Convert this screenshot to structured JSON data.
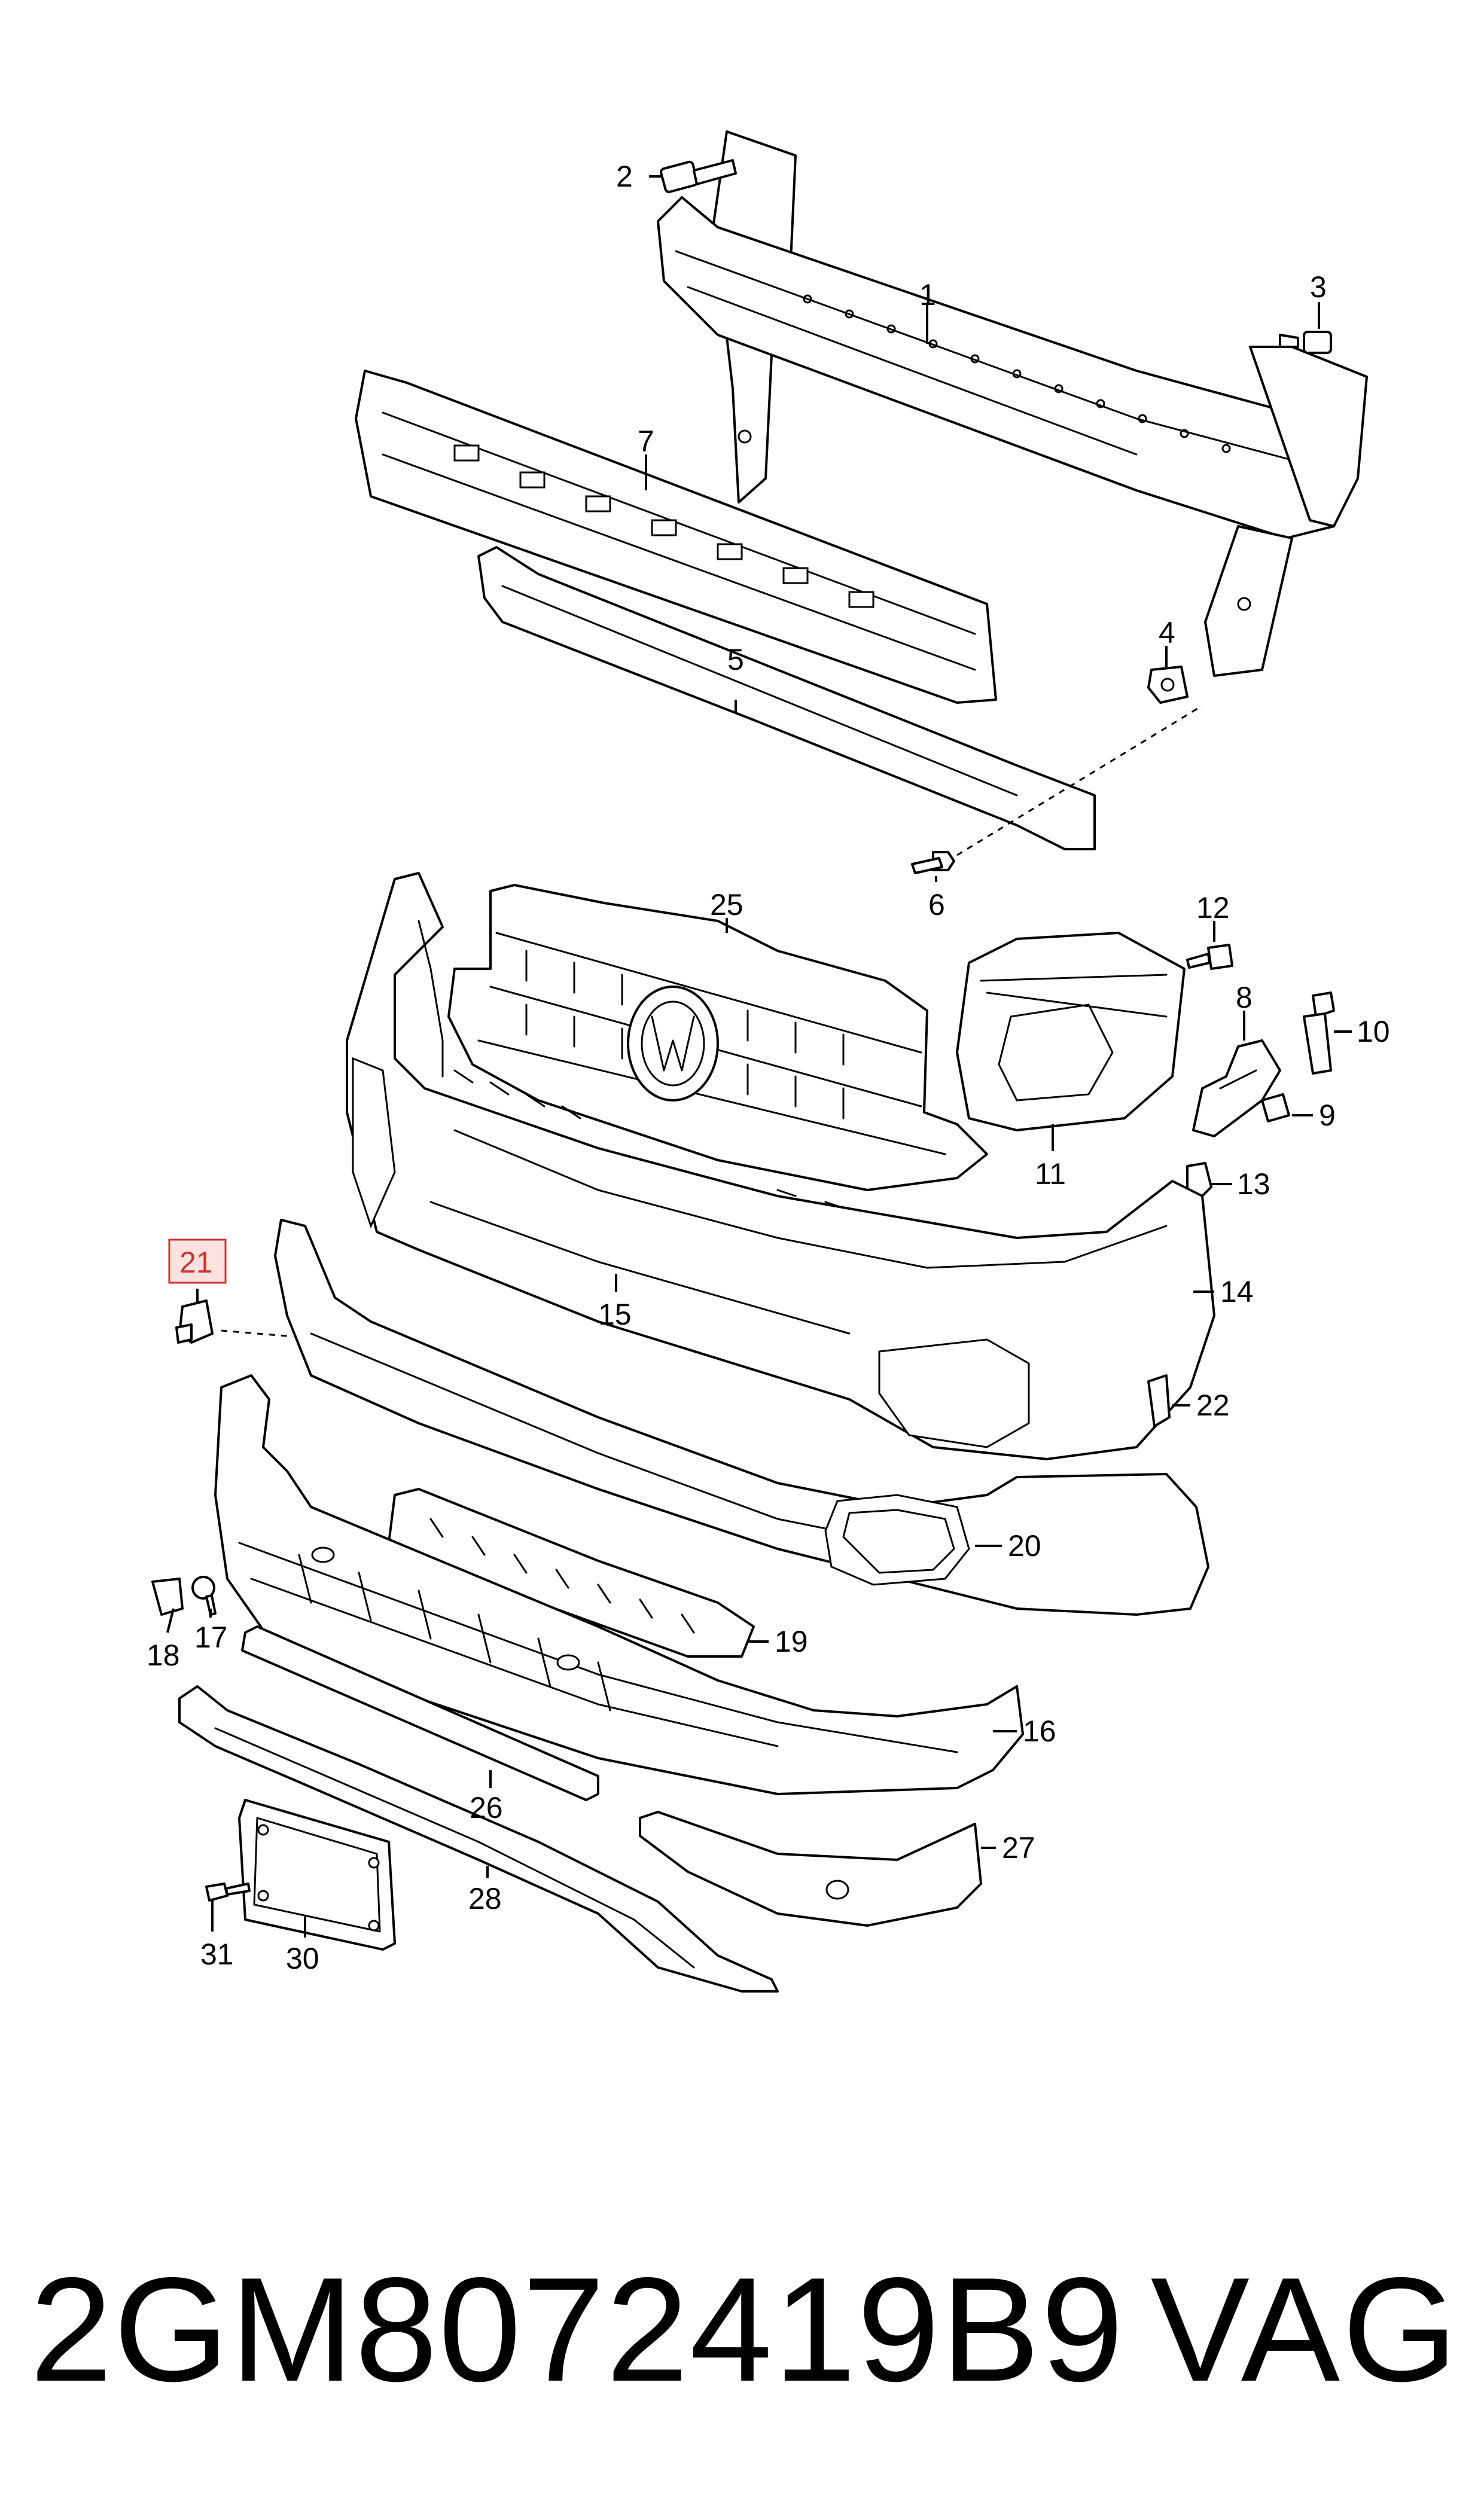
{
  "diagram": {
    "callouts": {
      "c1": "1",
      "c2": "2",
      "c3": "3",
      "c4": "4",
      "c5": "5",
      "c6": "6",
      "c7": "7",
      "c8": "8",
      "c9": "9",
      "c10": "10",
      "c11": "11",
      "c12": "12",
      "c13": "13",
      "c14": "14",
      "c15": "15",
      "c16": "16",
      "c17": "17",
      "c18": "18",
      "c19": "19",
      "c20": "20",
      "c21": "21",
      "c22": "22",
      "c25": "25",
      "c26": "26",
      "c27": "27",
      "c28": "28",
      "c30": "30",
      "c31": "31"
    },
    "highlighted_callout": "21",
    "highlight_color": "#cc3333"
  },
  "footer": {
    "part_number": "2GM8072419B9",
    "brand": "VAG"
  }
}
